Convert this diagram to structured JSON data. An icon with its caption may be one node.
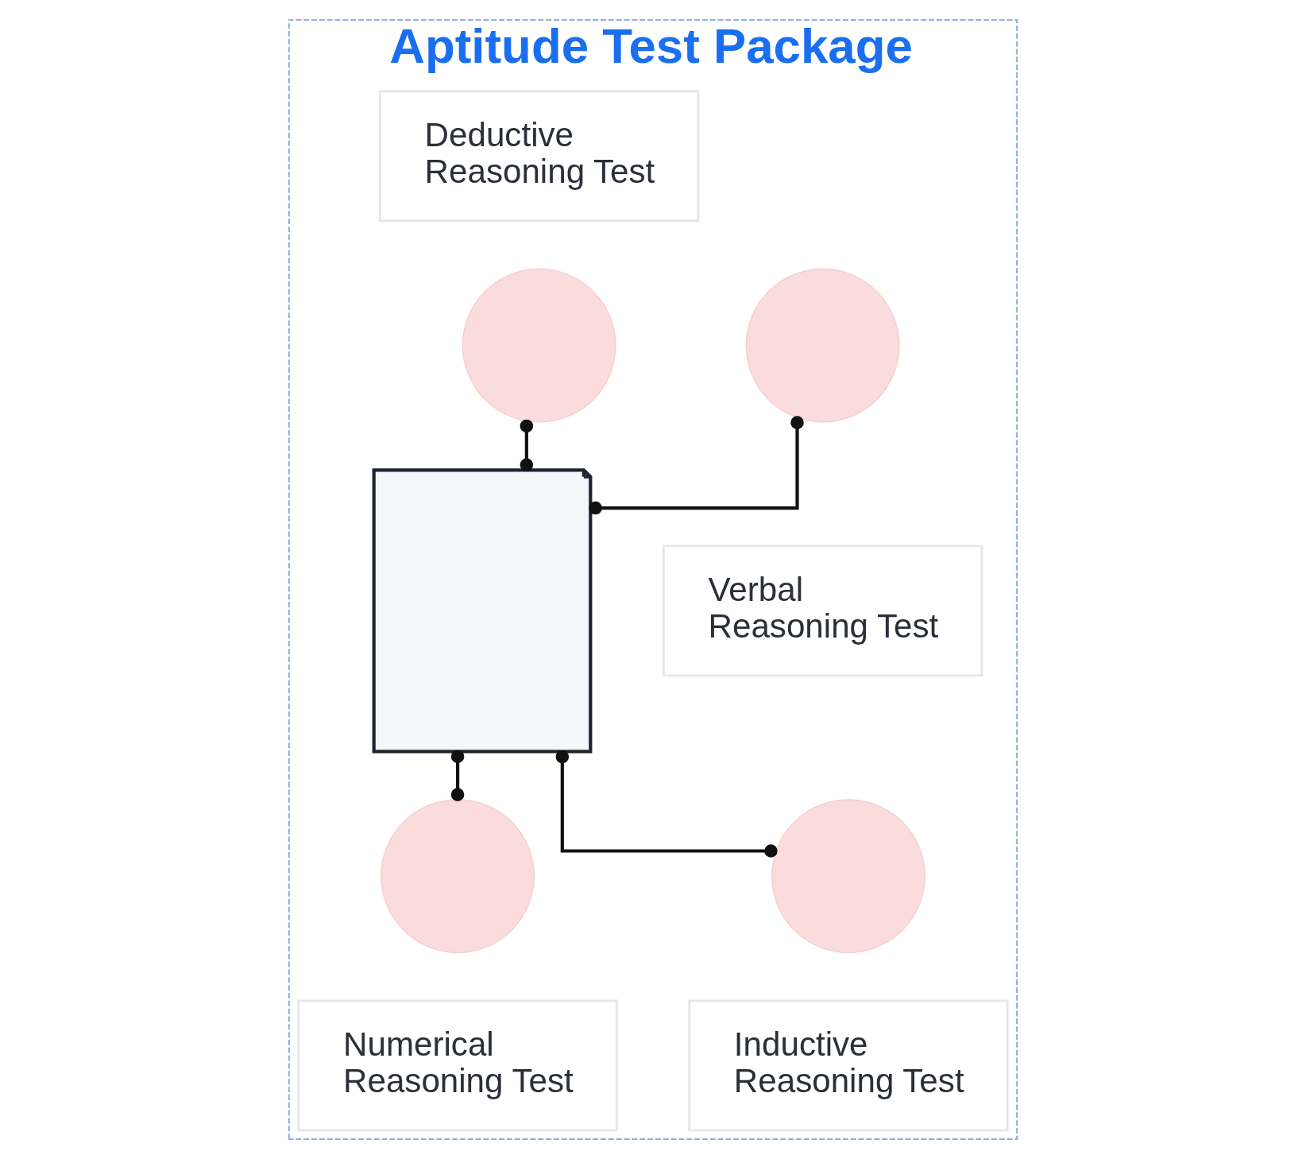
{
  "diagram": {
    "nodes": [
      {
        "text": [
          "Aptitude Test Package"
        ]
      },
      {
        "text": [
          "Deductive Reasoning Test"
        ],
        "in": 0
      },
      {
        "text": [],
        "shape": "circle",
        "in": 0
      },
      {
        "text": [],
        "shape": "circle",
        "in": 0
      },
      {
        "text": [],
        "shape": "document",
        "in": 0
      },
      {
        "text": [
          "Verbal Reasoning Test"
        ],
        "in": 0
      },
      {
        "text": [],
        "shape": "circle",
        "in": 0
      },
      {
        "text": [],
        "shape": "circle",
        "in": 0
      },
      {
        "text": [
          "Numerical Reasoning Test"
        ],
        "in": 0
      },
      {
        "text": [
          "Inductive Reasoning Test"
        ],
        "in": 0
      }
    ],
    "edges": [
      {
        "from": 2,
        "to": 4,
        "arrow": "other"
      },
      {
        "from": 3,
        "to": 4,
        "arrow": "other"
      },
      {
        "from": 4,
        "to": 6,
        "arrow": "other"
      },
      {
        "from": 4,
        "to": 7,
        "arrow": "other"
      }
    ]
  }
}
